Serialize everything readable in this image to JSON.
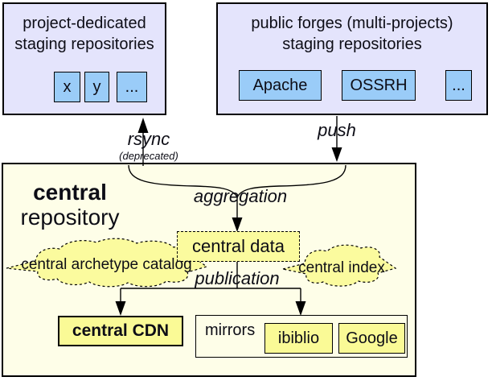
{
  "colors": {
    "canvas-bg": "#ffffff",
    "staging-box-bg": "#e4e4fc",
    "repo-chip-bg": "#9accf8",
    "central-box-bg": "#fefee8",
    "yellow-strong": "#fafa96",
    "yellow-soft": "#fbfb9e",
    "line": "#000000",
    "text": "#0d0d16"
  },
  "staging_left": {
    "title_line1": "project-dedicated",
    "title_line2": "staging repositories",
    "repos": [
      "x",
      "y",
      "..."
    ]
  },
  "staging_right": {
    "title_line1": "public forges (multi-projects)",
    "title_line2": "staging repositories",
    "repos": [
      "Apache",
      "OSSRH",
      "..."
    ]
  },
  "flows": {
    "rsync": "rsync",
    "rsync_note": "(deprecated)",
    "push": "push",
    "aggregation": "aggregation",
    "publication": "publication"
  },
  "central": {
    "title_bold": "central",
    "title_rest": "repository",
    "data_label": "central data",
    "archetype_catalog": "central archetype catalog",
    "index": "central index",
    "cdn": "central CDN",
    "mirrors_label": "mirrors",
    "mirrors": [
      "ibiblio",
      "Google"
    ]
  }
}
